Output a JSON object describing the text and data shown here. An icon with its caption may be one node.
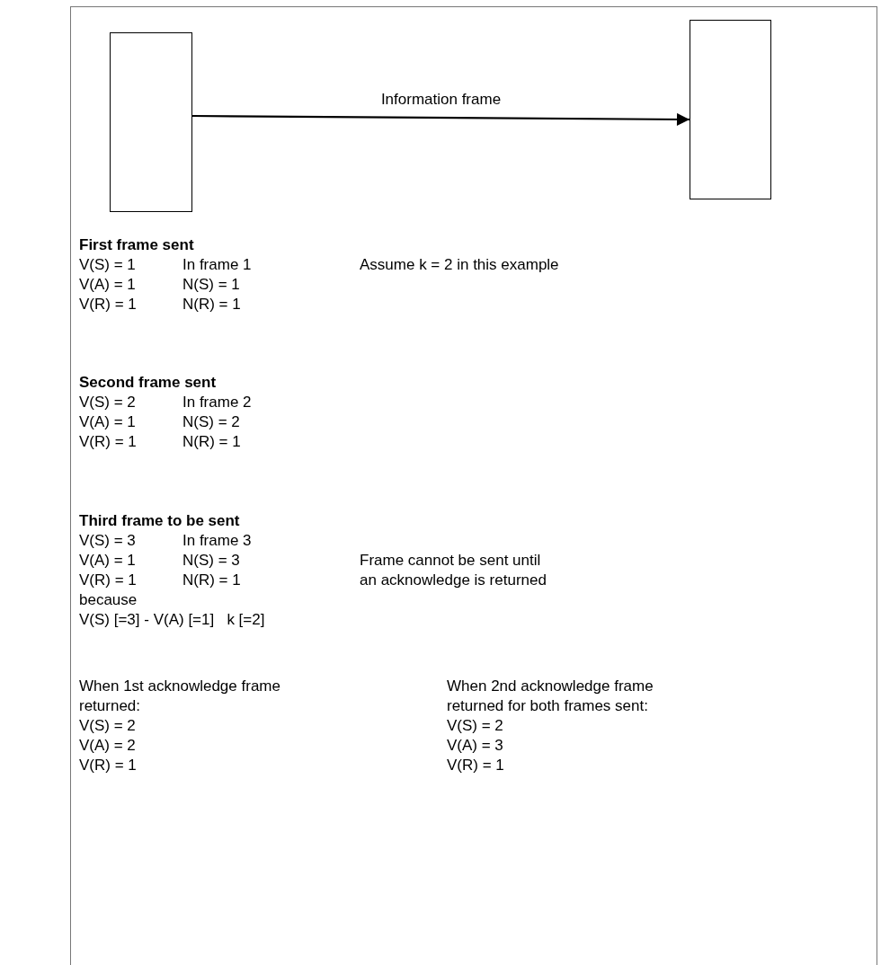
{
  "diagram": {
    "nodes": [
      {
        "text": [],
        "shape": "box"
      },
      {
        "text": [],
        "shape": "box"
      }
    ],
    "edges": [
      {
        "from": 0,
        "to": 1,
        "arrow": "to",
        "label": "Information frame"
      }
    ],
    "labels": [
      "First frame sent",
      "V(S) = 1",
      "In frame 1",
      "Assume k = 2 in this example",
      "V(A) = 1",
      "N(S) = 1",
      "V(R) = 1",
      "N(R) = 1",
      "Second frame sent",
      "V(S) = 2",
      "In frame 2",
      "V(A) = 1",
      "N(S) = 2",
      "V(R) = 1",
      "N(R) = 1",
      "Third frame to be sent",
      "V(S) = 3",
      "In frame 3",
      "V(A) = 1",
      "N(S) = 3",
      "Frame cannot be sent until",
      "V(R) = 1",
      "N(R) = 1",
      "an acknowledge is returned",
      "because",
      "V(S) [=3] - V(A) [=1]   k [=2]",
      "When 1st acknowledge frame",
      "When 2nd acknowledge frame",
      "returned:",
      "returned for both frames sent:",
      "V(S) = 2",
      "V(S) = 2",
      "V(A) = 2",
      "V(A) = 3",
      "V(R) = 1",
      "V(R) = 1"
    ]
  }
}
